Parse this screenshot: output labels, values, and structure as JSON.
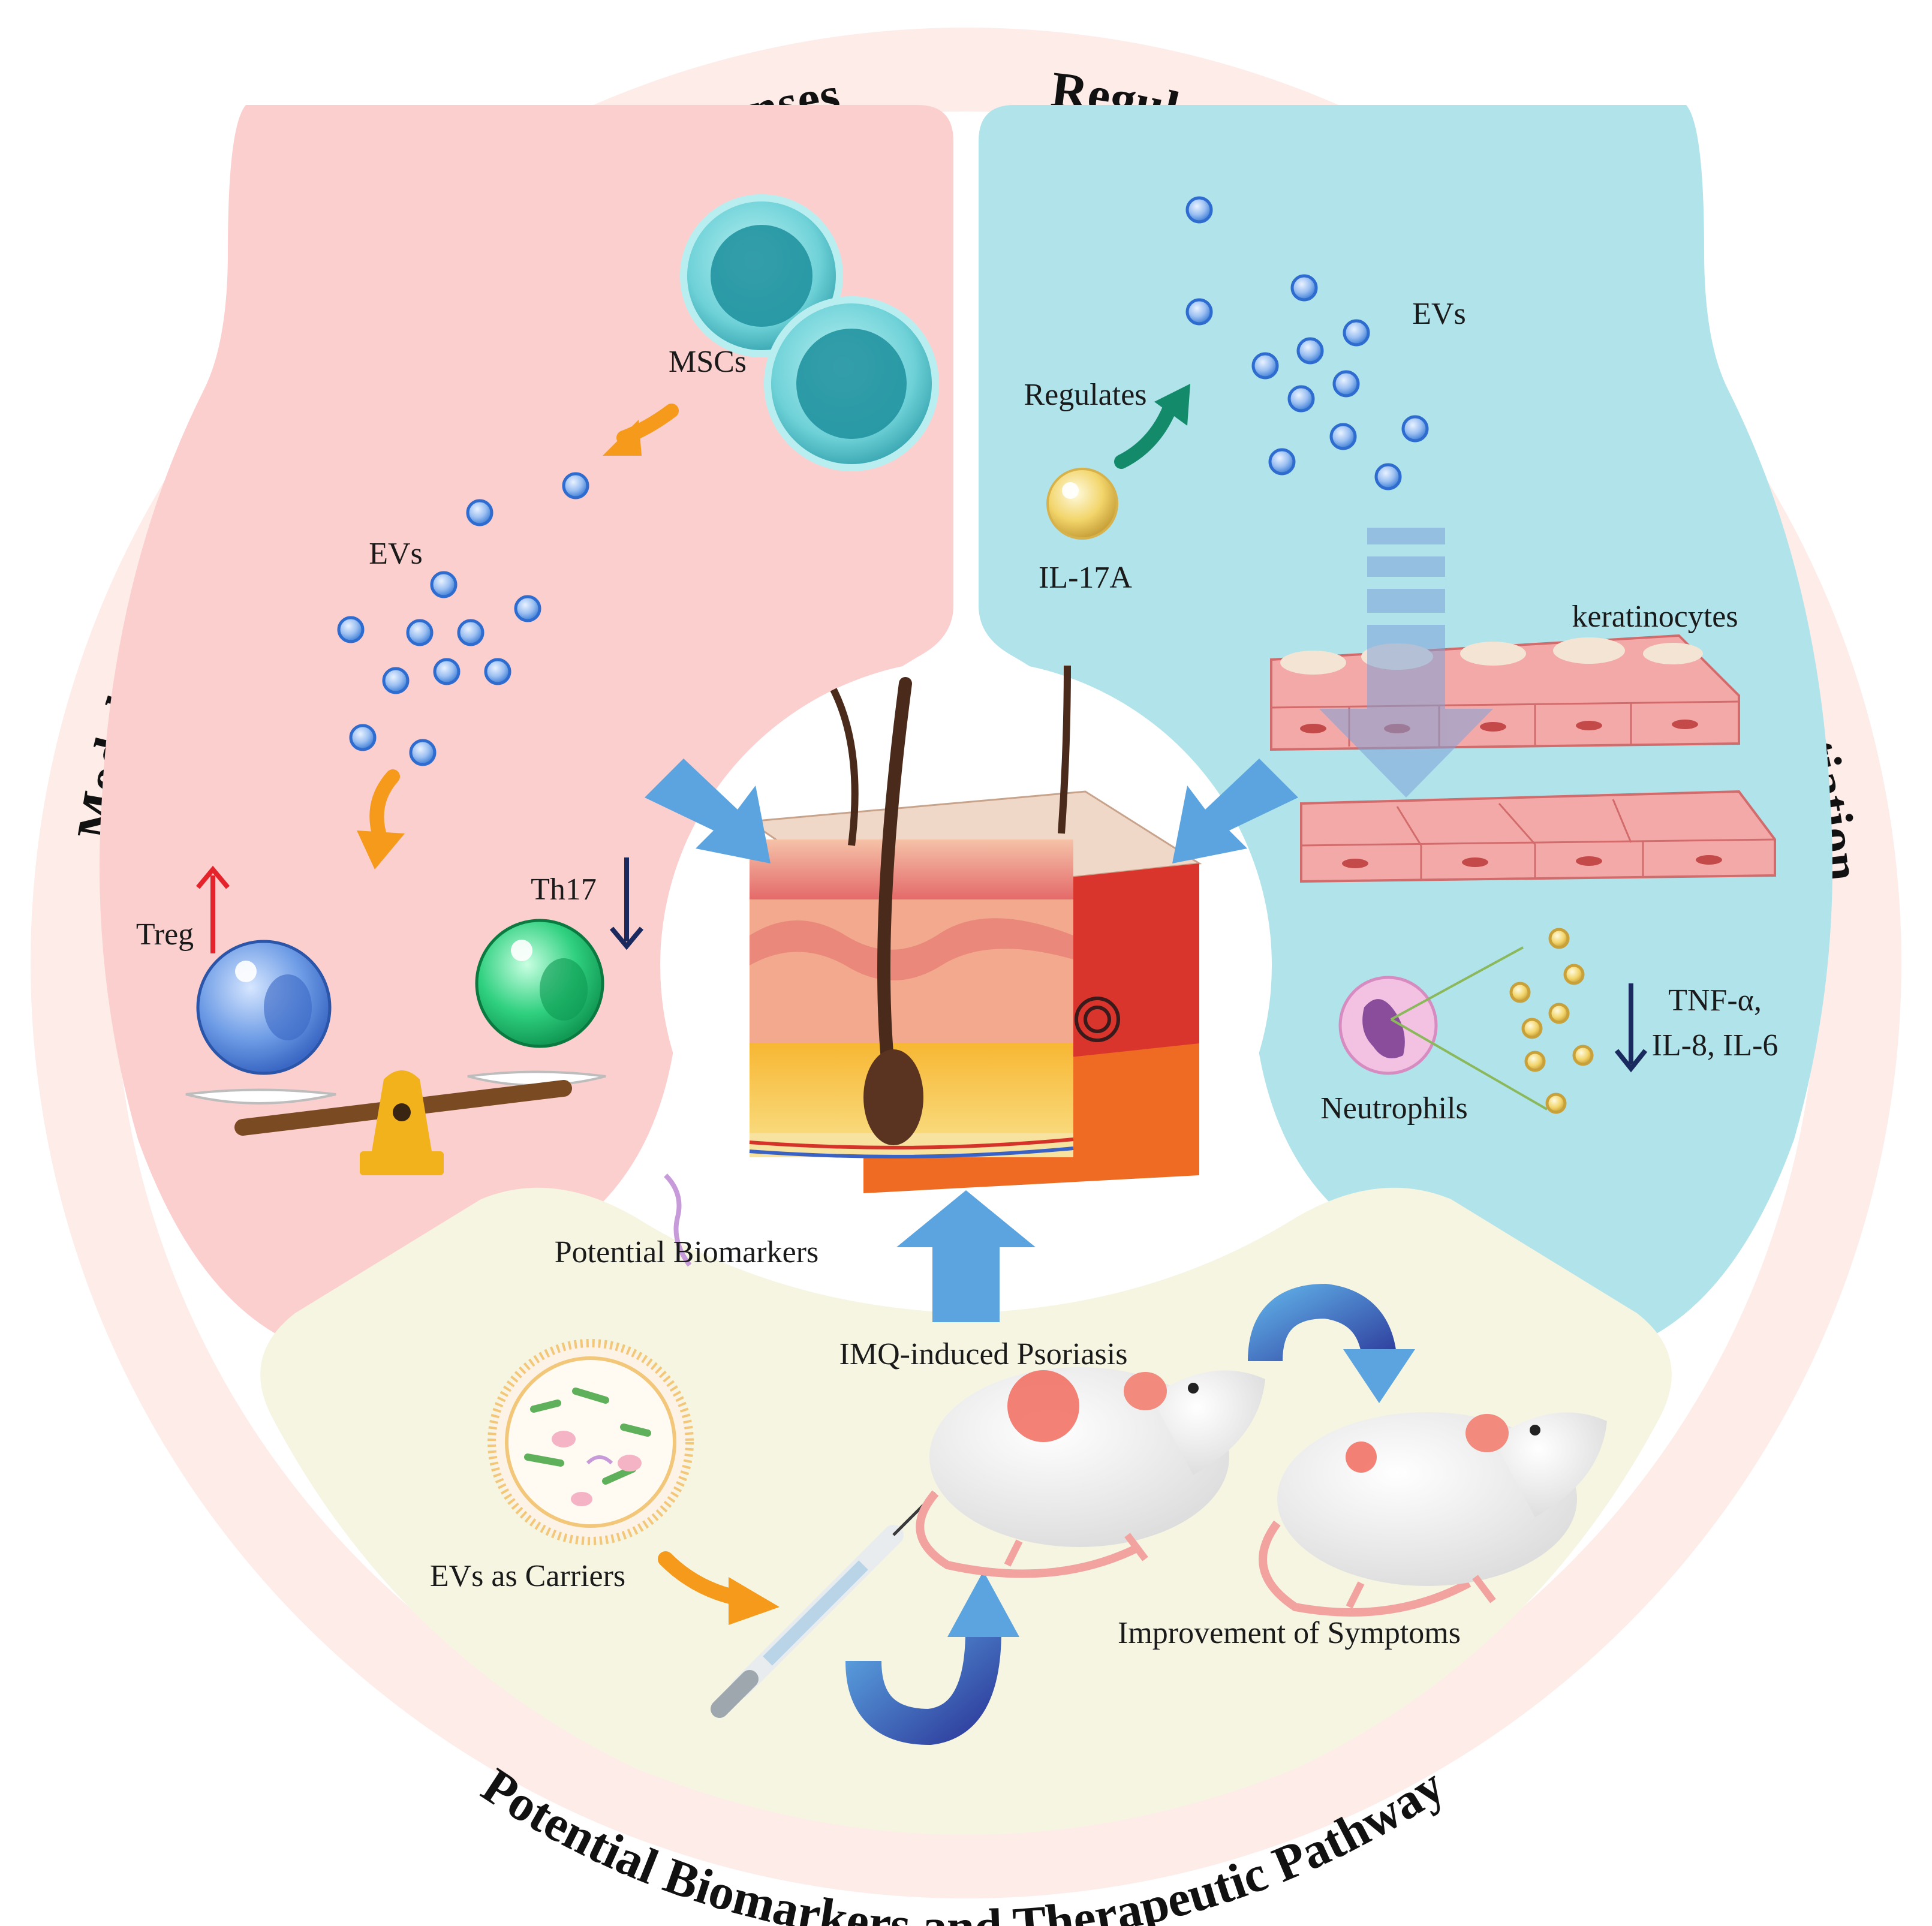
{
  "ring_titles": {
    "left": "Modulation of Immune or Inflammatory Responses",
    "right": "Regulation of Cellular Proliferation and Differentiation",
    "bottom": "Potential Biomarkers and Therapeutic Pathway"
  },
  "left_panel": {
    "mscs": "MSCs",
    "evs": "EVs",
    "treg": "Treg",
    "th17": "Th17"
  },
  "right_panel": {
    "evs": "EVs",
    "regulates": "Regulates",
    "il17a": "IL-17A",
    "keratinocytes": "keratinocytes",
    "neutrophils": "Neutrophils",
    "cytokines_line1": "TNF-α,",
    "cytokines_line2": "IL-8, IL-6"
  },
  "bottom_panel": {
    "biomarkers": "Potential Biomarkers",
    "imq": "IMQ-induced Psoriasis",
    "carriers": "EVs as Carriers",
    "improvement": "Improvement of Symptoms"
  },
  "colors": {
    "left_panel": "#fccfcf",
    "right_panel": "#b0e3ea",
    "bottom_panel": "#f6f5e2",
    "ring": "#fde9e4",
    "ev_blue": "#5b95e0",
    "arrow_blue": "#5ba4e0",
    "arrow_orange": "#f59a1b"
  }
}
